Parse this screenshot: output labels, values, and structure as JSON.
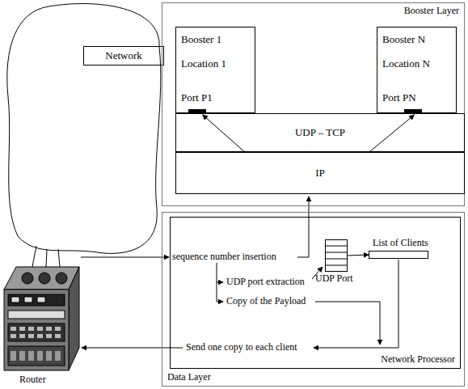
{
  "diagram": {
    "nodes": [
      {
        "text": [
          "Network"
        ]
      },
      {
        "text": [
          "Booster Layer"
        ]
      },
      {
        "text": [
          "Booster 1",
          "Location 1",
          "Port P1"
        ],
        "in": 1
      },
      {
        "text": [
          "Booster N",
          "Location N",
          "Port PN"
        ],
        "in": 1
      },
      {
        "text": [
          "UDP – TCP"
        ],
        "in": 1
      },
      {
        "text": [
          "IP"
        ],
        "in": 1
      },
      {
        "text": [
          "Data Layer"
        ]
      },
      {
        "text": [
          "Network Processor"
        ],
        "in": 6
      },
      {
        "text": [
          "UDP Port"
        ],
        "in": 7
      },
      {
        "text": [
          "List of Clients"
        ],
        "in": 7
      }
    ],
    "edges": [
      {
        "from": 5,
        "to": 2,
        "arrow": "to"
      },
      {
        "from": 5,
        "to": 3,
        "arrow": "to"
      },
      {
        "from": 8,
        "to": 9,
        "arrow": "to"
      }
    ],
    "labels": [
      "sequence number insertion",
      "UDP port extraction",
      "Copy of the Payload",
      "Send one copy to each client",
      "Router"
    ]
  }
}
